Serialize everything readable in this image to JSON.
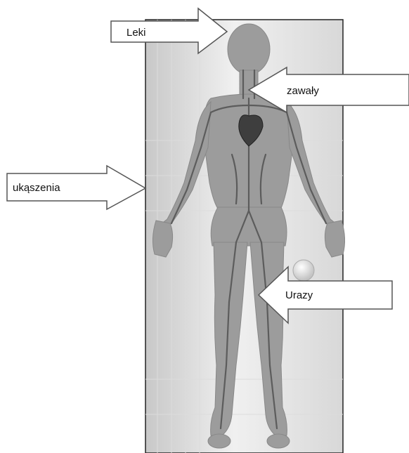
{
  "colors": {
    "panel_edge": "#d4d4d4",
    "panel_mid": "#f4f4f4",
    "body_fill": "#9a9a9a",
    "vessel_dark": "#5a5a5a",
    "heart": "#3a3a3a",
    "arrow_fill": "#ffffff",
    "arrow_stroke": "#555555"
  },
  "labels": {
    "leki": "Leki",
    "zawaly": "zawały",
    "ukaszenia": "ukąszenia",
    "urazy": "Urazy"
  },
  "icons": {
    "body": "human-circulatory-system",
    "heart": "heart",
    "droplet": "droplet"
  }
}
